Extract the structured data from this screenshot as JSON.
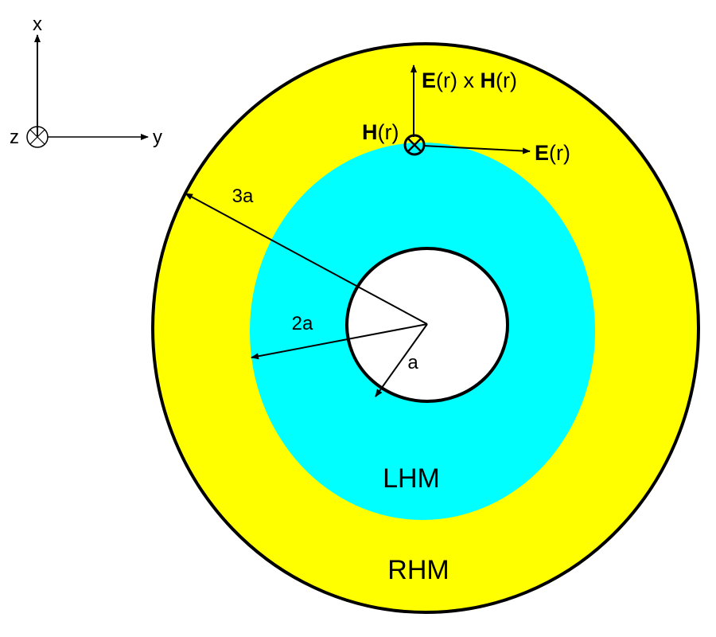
{
  "axes": {
    "x_label": "x",
    "y_label": "y",
    "z_label": "z"
  },
  "vectors": {
    "poynting_bold1": "E",
    "poynting_mid1": "(r) x ",
    "poynting_bold2": "H",
    "poynting_mid2": "(r)",
    "h_bold": "H",
    "h_rest": "(r)",
    "e_bold": "E",
    "e_rest": "(r)"
  },
  "radii": {
    "outer": "3a",
    "middle": "2a",
    "inner": "a"
  },
  "regions": {
    "lhm": "LHM",
    "rhm": "RHM"
  },
  "colors": {
    "rhm": "#ffff00",
    "lhm": "#00ffff",
    "core": "#ffffff"
  }
}
